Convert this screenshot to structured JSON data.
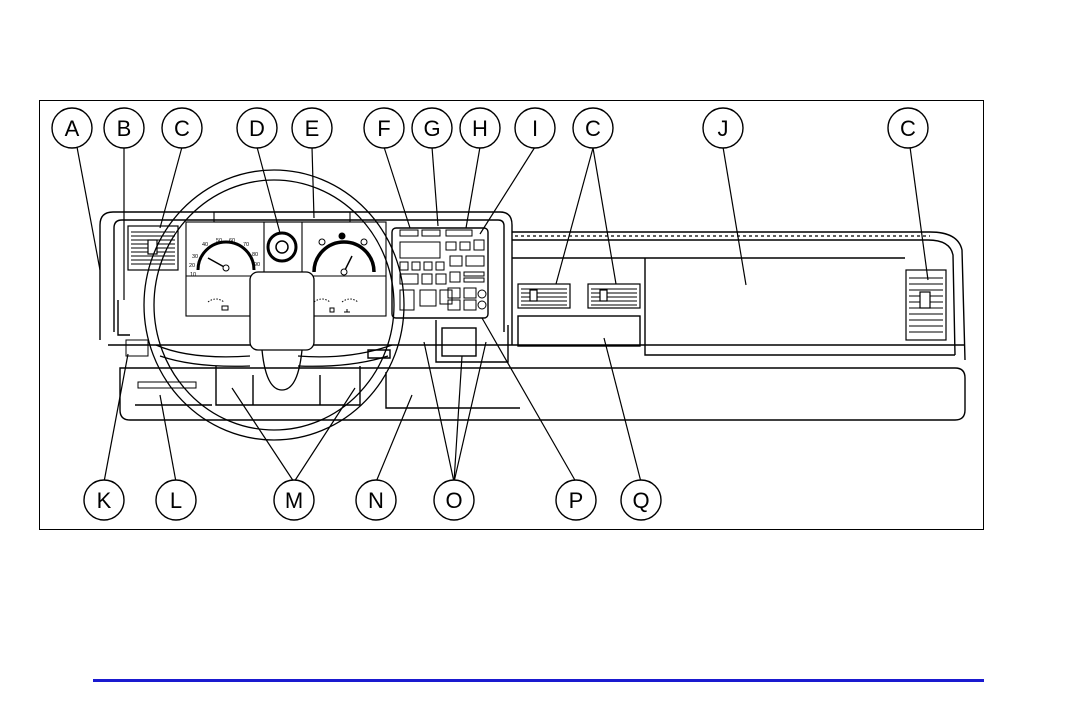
{
  "colors": {
    "line": "#000000",
    "background": "#ffffff",
    "footer_rule": "#1a1ad0"
  },
  "callouts_top": [
    "A",
    "B",
    "C",
    "D",
    "E",
    "F",
    "G",
    "H",
    "I",
    "C",
    "J",
    "C"
  ],
  "callouts_bottom": [
    "K",
    "L",
    "M",
    "N",
    "O",
    "P",
    "Q"
  ],
  "speedometer_ticks": [
    "10",
    "20",
    "30",
    "40",
    "50",
    "60",
    "70",
    "80",
    "90"
  ]
}
